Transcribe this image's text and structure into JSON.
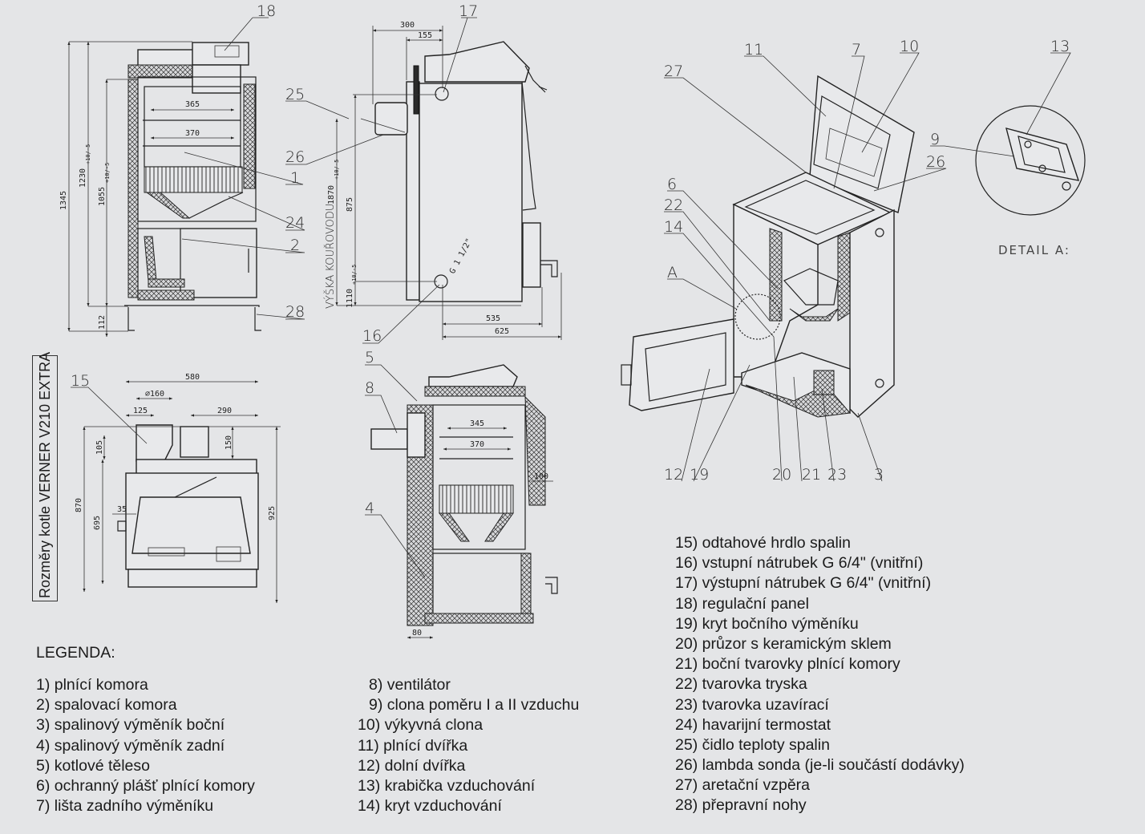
{
  "title": "Rozměry kotle VERNER V210 EXTRA",
  "legend_title": "LEGENDA:",
  "legend": [
    "1) plnící komora",
    "2) spalovací komora",
    "3) spalinový výměník boční",
    "4) spalinový výměník zadní",
    "5) kotlové těleso",
    "6) ochranný plášť plnící komory",
    "7) lišta zadního výměníku",
    "8) ventilátor",
    "9) clona poměru I a II vzduchu",
    "10) výkyvná clona",
    "11) plnící dvířka",
    "12) dolní dvířka",
    "13) krabička vzduchování",
    "14) kryt vzduchování",
    "15) odtahové hrdlo spalin",
    "16) vstupní nátrubek G 6/4\" (vnitřní)",
    "17) výstupní nátrubek G 6/4\" (vnitřní)",
    "18) regulační panel",
    "19) kryt bočního výměníku",
    "20) průzor s keramickým sklem",
    "21) boční tvarovky plnící komory",
    "22) tvarovka  tryska",
    "23) tvarovka uzavírací",
    "24) havarijní termostat",
    "25) čidlo teploty spalin",
    "26) lambda sonda (je-li součástí  dodávky)",
    "27) aretační vzpěra",
    "28) přepravní nohy"
  ],
  "callouts": {
    "c1": "1",
    "c2": "2",
    "c3": "3",
    "c4": "4",
    "c5": "5",
    "c6": "6",
    "c7": "7",
    "c8": "8",
    "c9": "9",
    "c10": "10",
    "c11": "11",
    "c12": "12",
    "c13": "13",
    "c14": "14",
    "c15": "15",
    "c16": "16",
    "c17": "17",
    "c18": "18",
    "c19": "19",
    "c20": "20",
    "c21": "21",
    "c22": "22",
    "c23": "23",
    "c24": "24",
    "c25": "25",
    "c26a": "26",
    "c26b": "26",
    "c27": "27",
    "c28": "28",
    "cA": "A"
  },
  "detail_label": "DETAIL A:",
  "flue_height_label": "VÝŠKA KOUŘOVODU",
  "connection_label": "G 1 1/2\"",
  "tolerance": "+10/-5",
  "dimensions": {
    "d1345": "1345",
    "d1230": "1230",
    "d1055": "1055",
    "d112": "112",
    "d365": "365",
    "d370a": "370",
    "d300": "300",
    "d155": "155",
    "d875": "875",
    "d1870": "1870",
    "d1110": "1110",
    "d535": "535",
    "d625": "625",
    "d580": "580",
    "d160": "⌀160",
    "d125": "125",
    "d290": "290",
    "d150": "150",
    "d105": "105",
    "d870": "870",
    "d695": "695",
    "d35": "35",
    "d925": "925",
    "d345": "345",
    "d370b": "370",
    "d100": "100",
    "d80": "80"
  }
}
